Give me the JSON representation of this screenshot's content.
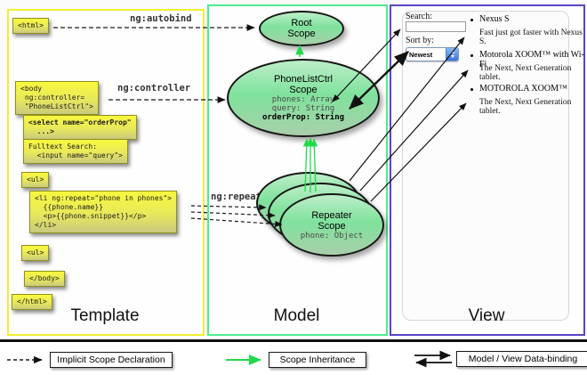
{
  "template": {
    "label": "Template",
    "code_blocks": {
      "html_open": "<html>",
      "body_open": "<body\n ng:controller=\n \"PhoneListCtrl\">",
      "select": "<select name=\"orderProp\"\n  ...>",
      "fulltext": "Fulltext Search:\n  <input name=\"query\">",
      "ul_open": "<ul>",
      "li_repeat": "<li ng:repeat=\"phone in phones\">\n  {{phone.name}}\n  <p>{{phone.snippet}}</p>\n</li>",
      "ul_close": "<ul>",
      "body_close": "</body>",
      "html_close": "</html>"
    }
  },
  "annotations": {
    "autobind": "ng:autobind",
    "controller": "ng:controller",
    "repeat": "ng:repeat"
  },
  "model": {
    "label": "Model",
    "root_scope": {
      "title": "Root\nScope"
    },
    "phonelist_scope": {
      "title": "PhoneListCtrl\nScope",
      "prop_phones": "phones: Array",
      "prop_query": "query: String",
      "prop_orderprop": "orderProp: String"
    },
    "repeater_scope": {
      "title": "Repeater\nScope",
      "prop_phone": "phone: Object"
    }
  },
  "view": {
    "label": "View",
    "search_label": "Search:",
    "sort_label": "Sort by:",
    "sort_value": "Newest",
    "items": [
      {
        "title": "Nexus S",
        "desc": "Fast just got faster with Nexus S."
      },
      {
        "title": "Motorola XOOM™ with Wi-Fi",
        "desc": "The Next, Next Generation tablet."
      },
      {
        "title": "MOTOROLA XOOM™",
        "desc": "The Next, Next Generation tablet."
      }
    ]
  },
  "legend": {
    "implicit": "Implicit Scope Declaration",
    "inheritance": "Scope Inheritance",
    "databinding": "Model / View Data-binding"
  },
  "colors": {
    "template_border": "#f2ef30",
    "model_border": "#4dec8e",
    "view_border": "#5b43c8",
    "scope_fill": "#7fe29c",
    "code_box_fill": "#f8f83e",
    "green_arrow": "#22d94b",
    "black_arrow": "#111111"
  }
}
